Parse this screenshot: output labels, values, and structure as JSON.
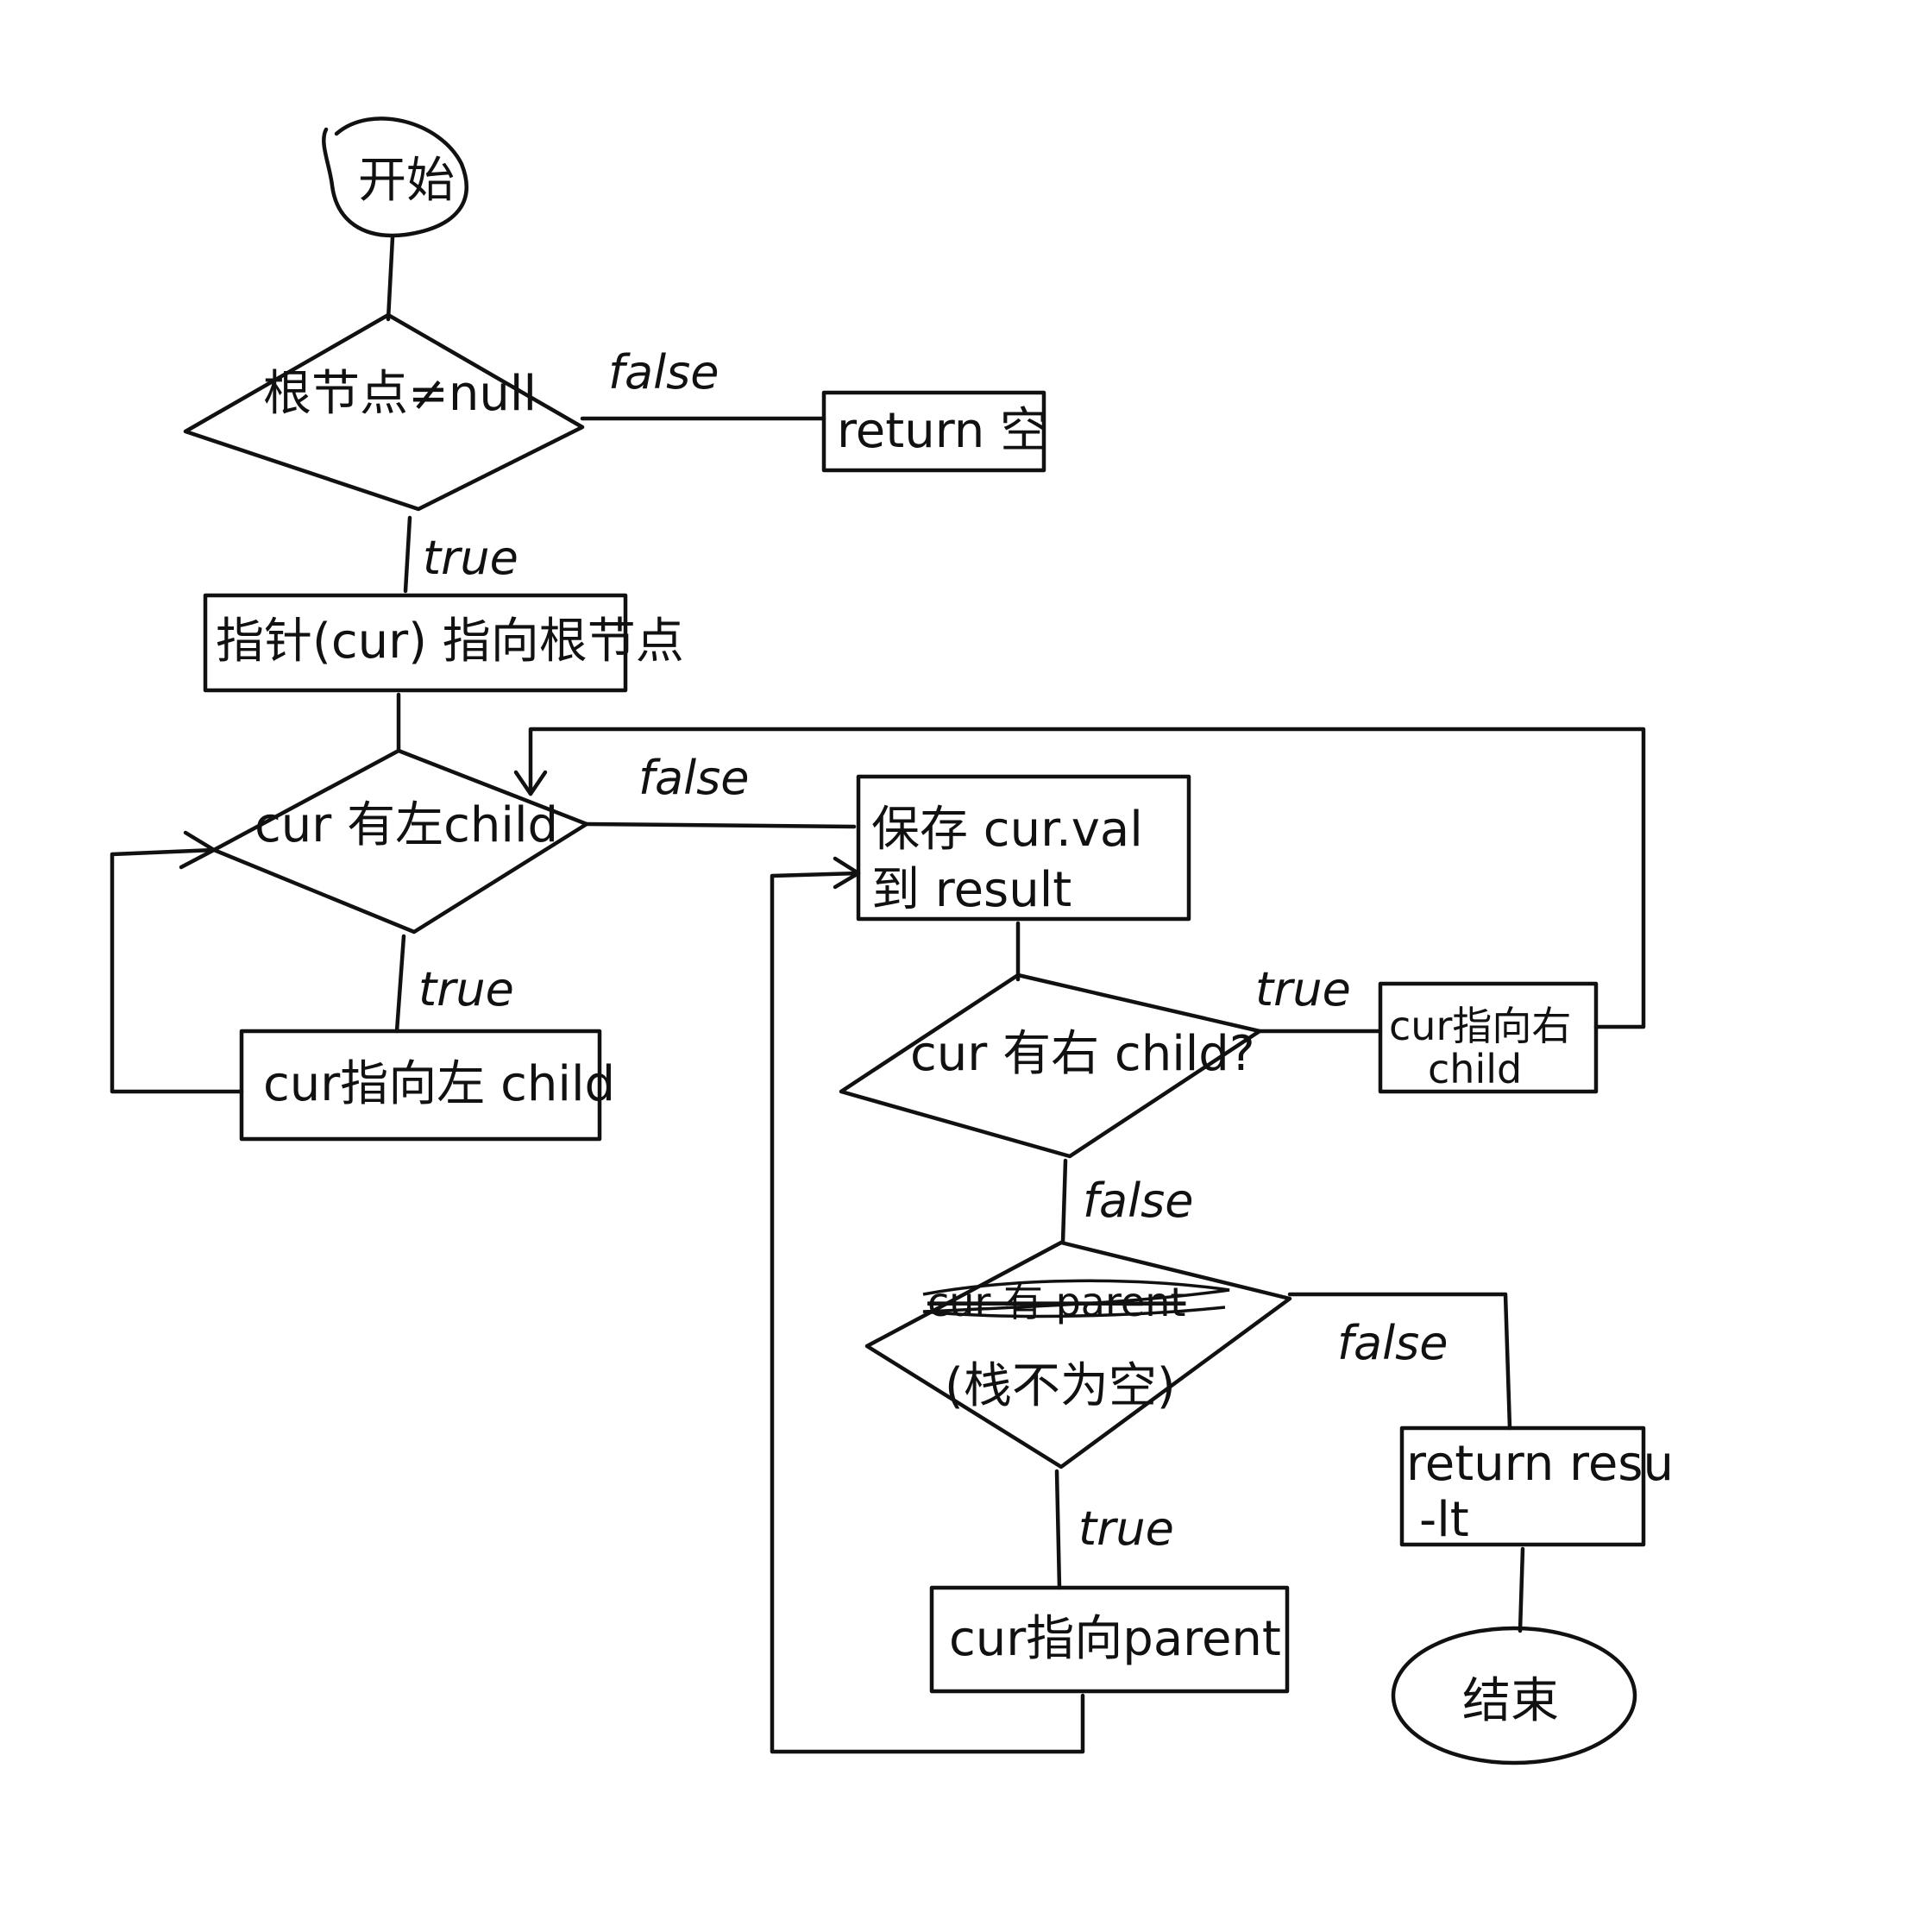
{
  "nodes": {
    "start": "开始",
    "check_root": "根节点≠null",
    "return_empty": "return 空",
    "init_pointer": "指针(cur) 指向根节点",
    "has_left": "cur 有左child",
    "move_left": "cur指向左 child",
    "save_val_line1": "保存 cur.val",
    "save_val_line2": "到 result",
    "has_right": "cur 有右 child?",
    "move_right_line1": "cur指向右",
    "move_right_line2": "child",
    "stack_check_struck": "cur 有 parent",
    "stack_check": "(栈不为空)",
    "return_result_line1": "return resu",
    "return_result_line2": "-lt",
    "move_parent": "cur指向parent",
    "end": "结束"
  },
  "edges": {
    "false_1": "false",
    "true_1": "true",
    "false_2": "false",
    "true_2": "true",
    "true_3": "true",
    "false_3": "false",
    "false_4": "false",
    "true_4": "true"
  }
}
